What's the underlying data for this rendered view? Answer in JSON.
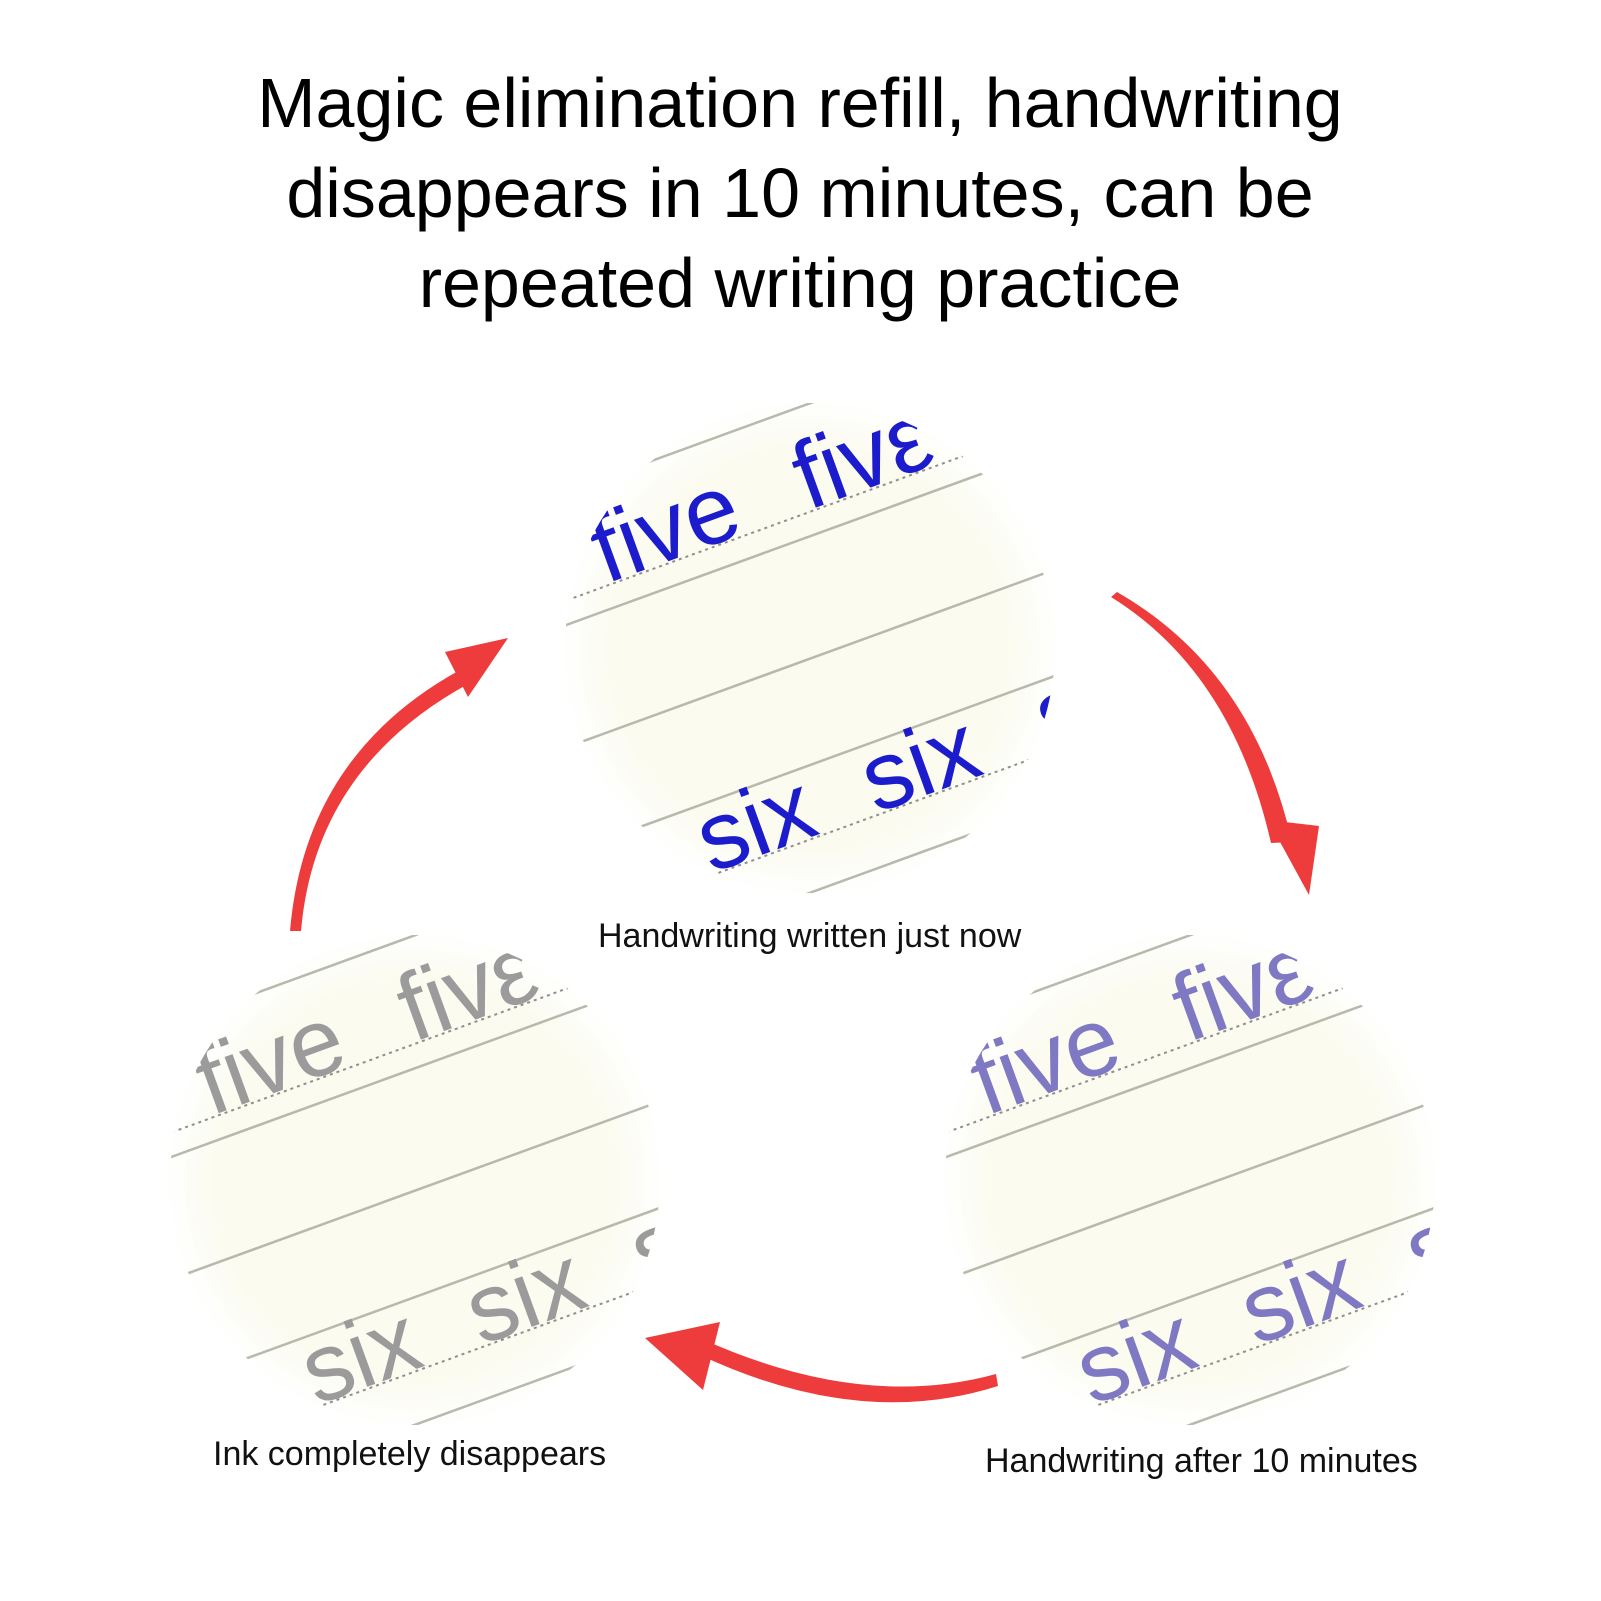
{
  "headline": {
    "lines": [
      "Magic elimination refill, handwriting",
      "disappears in 10 minutes, can be",
      "repeated writing practice"
    ]
  },
  "colors": {
    "paper": "#fbfbf0",
    "rule_line": "#b8b8ac",
    "dotted_line": "#8f8f8f",
    "ink_fresh": "#1c1ccc",
    "ink_faded": "#7f78c2",
    "ink_gone": "#9b9b9b",
    "arrow": "#ee3b3b"
  },
  "stages": {
    "fresh": {
      "caption": "Handwriting written just now",
      "words": {
        "e": "e",
        "five": "five",
        "five_cut": "fivε",
        "six": "six",
        "s": "s"
      }
    },
    "after": {
      "caption": "Handwriting after 10 minutes",
      "words": {
        "e": "e",
        "five": "five",
        "five_cut": "fivε",
        "six": "six",
        "six_cut": "si\\"
      }
    },
    "gone": {
      "caption": "Ink completely disappears",
      "words": {
        "e": "e",
        "five": "five",
        "five_cut": "fivε",
        "six": "six",
        "six_cut": "si\\"
      }
    }
  }
}
